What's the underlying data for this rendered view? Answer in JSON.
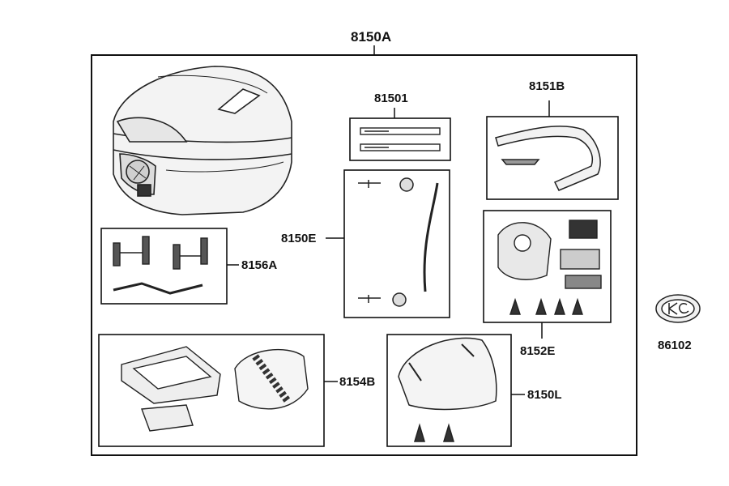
{
  "diagram": {
    "main_part_number": "8150A",
    "parts": {
      "p81501": "81501",
      "p8151B": "8151B",
      "p8150E": "8150E",
      "p8156A": "8156A",
      "p8152E": "8152E",
      "p8154B": "8154B",
      "p8150L": "8150L",
      "p86102": "86102"
    }
  }
}
